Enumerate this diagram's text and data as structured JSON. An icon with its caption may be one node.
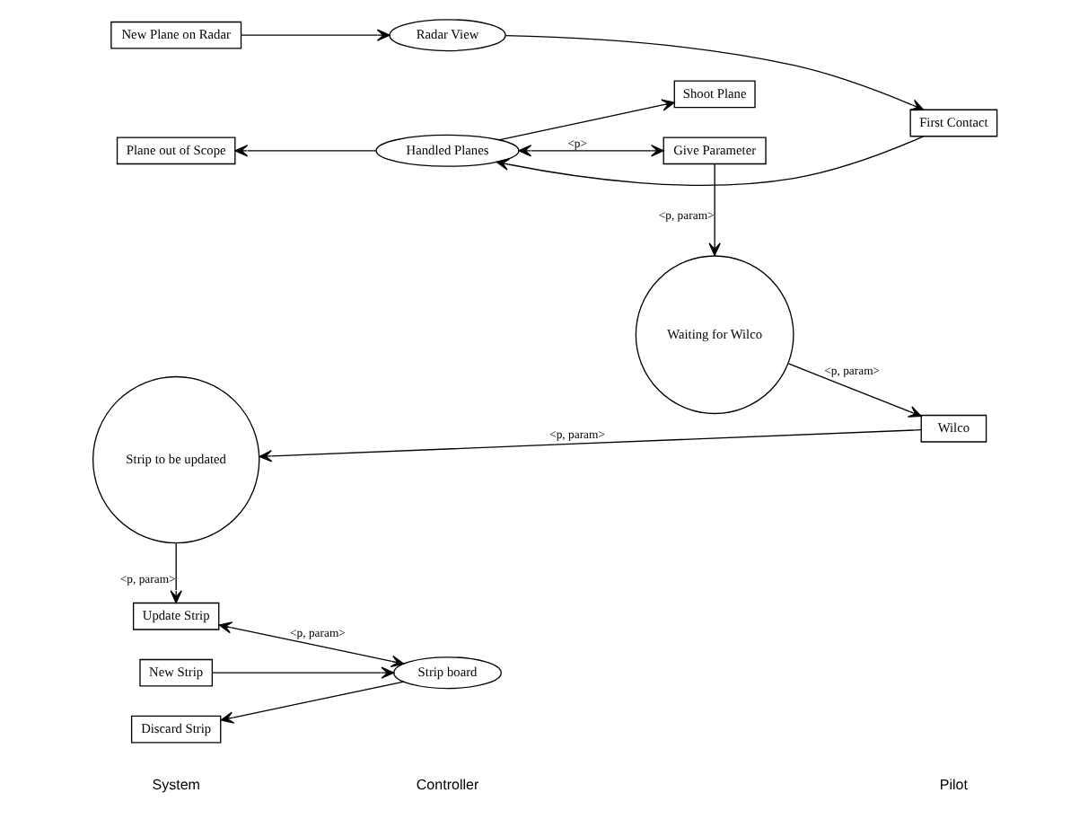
{
  "diagram": {
    "nodes": [
      {
        "text": [
          "New Plane on Radar"
        ]
      },
      {
        "text": [
          "Radar View"
        ]
      },
      {
        "text": [
          "First Contact"
        ]
      },
      {
        "text": [
          "Plane out of Scope"
        ]
      },
      {
        "text": [
          "Handled Planes"
        ]
      },
      {
        "text": [
          "Shoot Plane"
        ]
      },
      {
        "text": [
          "New Strip"
        ]
      },
      {
        "text": [
          "Strip board"
        ]
      },
      {
        "text": [
          "Give Parameter"
        ]
      },
      {
        "text": [
          "Discard Strip"
        ]
      },
      {
        "text": [
          "Update Strip"
        ]
      },
      {
        "text": [
          "Waiting for Wilco"
        ]
      },
      {
        "text": [
          "Strip to be updated"
        ]
      },
      {
        "text": [
          "Wilco"
        ]
      }
    ],
    "edges": [
      {
        "from": 0,
        "to": 1,
        "arrow": "to"
      },
      {
        "from": 1,
        "to": 2,
        "arrow": "to"
      },
      {
        "from": 2,
        "to": 4,
        "arrow": "to"
      },
      {
        "from": 4,
        "to": 3,
        "arrow": "to"
      },
      {
        "from": 4,
        "to": 5,
        "arrow": "to"
      },
      {
        "from": 4,
        "to": 8,
        "arrow": "both",
        "label": "<p>"
      },
      {
        "from": 6,
        "to": 7,
        "arrow": "to"
      },
      {
        "from": 7,
        "to": 9,
        "arrow": "to"
      },
      {
        "from": 7,
        "to": 10,
        "arrow": "both",
        "label": "<p, param>"
      },
      {
        "from": 8,
        "to": 11,
        "arrow": "to",
        "label": "<p, param>"
      },
      {
        "from": 11,
        "to": 13,
        "arrow": "to",
        "label": "<p, param>"
      },
      {
        "from": 13,
        "to": 12,
        "arrow": "to",
        "label": "<p, param>"
      },
      {
        "from": 12,
        "to": 10,
        "arrow": "to",
        "label": "<p, param>"
      }
    ],
    "labels": [
      "System",
      "Controller",
      "Pilot"
    ]
  }
}
